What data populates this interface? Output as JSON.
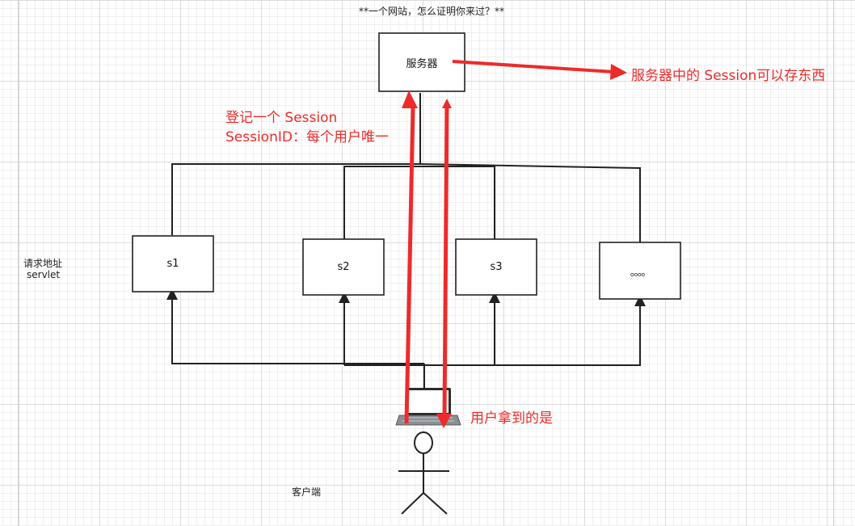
{
  "diagram": {
    "title": "**一个网站，怎么证明你来过？**",
    "server_label": "服务器",
    "server_note": "服务器中的 Session可以存东西",
    "register_note_line1": "登记一个 Session",
    "register_note_line2": "SessionID：每个用户唯一",
    "request_label_line1": "请求地址",
    "request_label_line2": "servlet",
    "servlets": [
      "s1",
      "s2",
      "s3",
      "。。。。"
    ],
    "user_receives_note": "用户拿到的是",
    "client_label": "客户端",
    "icons": [
      "laptop-icon",
      "person-icon"
    ],
    "colors": {
      "red_arrow": "#ee2a2a",
      "line": "#222222"
    }
  }
}
